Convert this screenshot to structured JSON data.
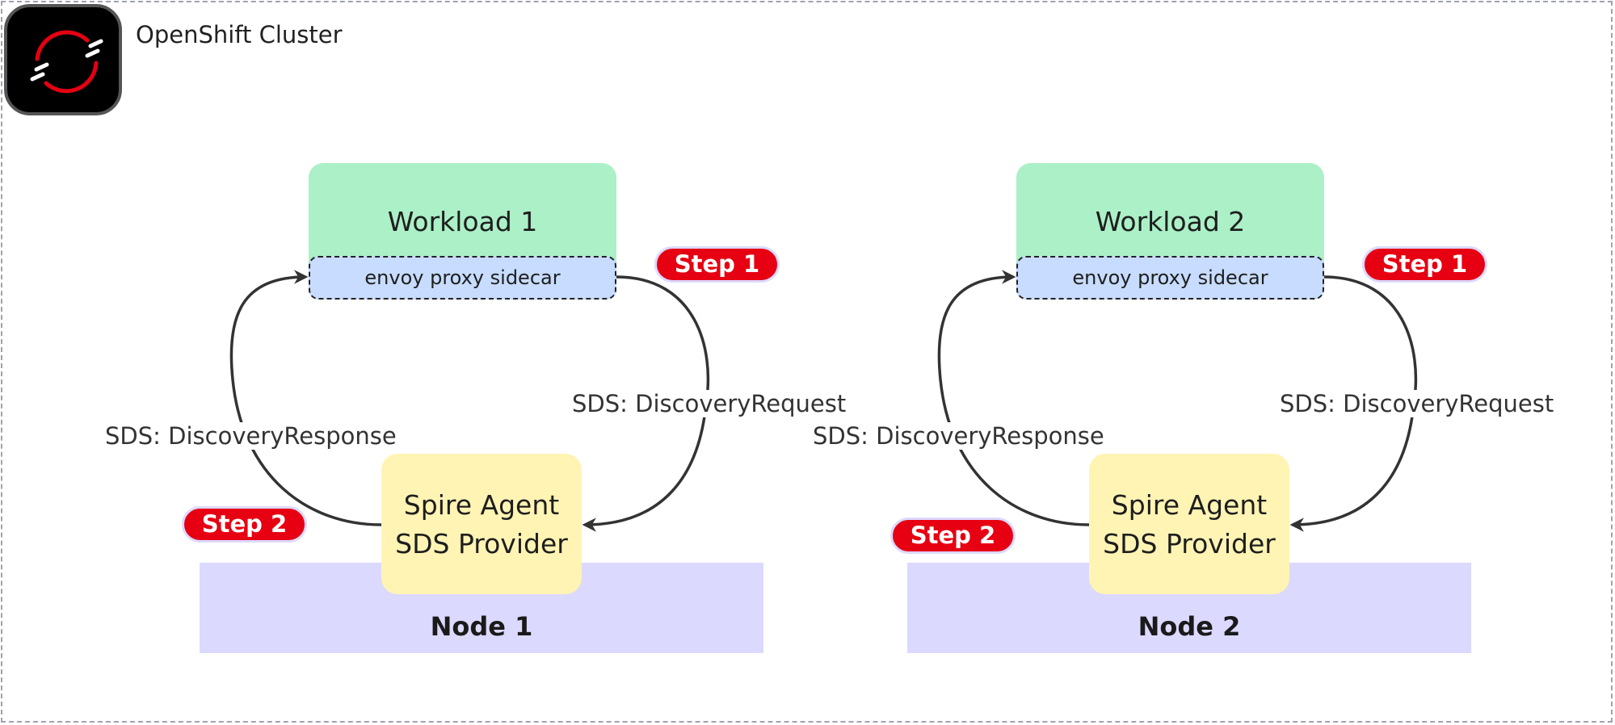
{
  "cluster": {
    "title": "OpenShift Cluster",
    "logo_icon": "openshift-logo-icon",
    "border_color": "#9ea3b3"
  },
  "colors": {
    "workload": "#abf0c7",
    "sidecar": "#c7dcff",
    "spire": "#fff4b4",
    "node": "#dcd9fe",
    "badge": "#e60012",
    "badge_border": "#ddd9ff",
    "edge": "#333333"
  },
  "groups": [
    {
      "workload": {
        "title": "Workload 1",
        "sidecar": "envoy proxy sidecar"
      },
      "step_request": "Step 1",
      "step_response": "Step 2",
      "request_label": "SDS: DiscoveryRequest",
      "response_label": "SDS: DiscoveryResponse",
      "spire": {
        "line1": "Spire Agent",
        "line2": "SDS Provider"
      },
      "node": "Node 1"
    },
    {
      "workload": {
        "title": "Workload 2",
        "sidecar": "envoy proxy sidecar"
      },
      "step_request": "Step 1",
      "step_response": "Step 2",
      "request_label": "SDS: DiscoveryRequest",
      "response_label": "SDS: DiscoveryResponse",
      "spire": {
        "line1": "Spire Agent",
        "line2": "SDS Provider"
      },
      "node": "Node 2"
    }
  ]
}
